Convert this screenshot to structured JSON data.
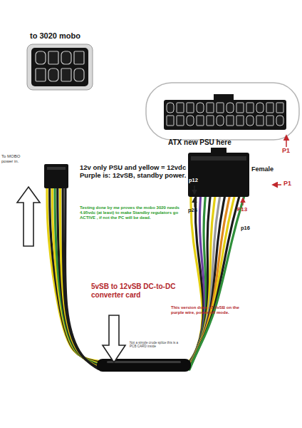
{
  "diagram": {
    "labels": [
      "to 3020 mobo",
      "P1",
      "To MOBO power in.",
      "12v only PSU and yellow = 12vdc Purple is: 12vSB, standby power.",
      "Testing done by me proves the mobo 3020 needs 4.95vdc (at least) to make Standby regulators go ACTIVE , if not the PC will be dead.",
      "ATX new PSU here",
      "Female",
      "P1",
      "p12",
      "p24",
      "P13",
      "p16",
      "5vSB to 12vSB DC-to-DC converter card",
      "This version does +7.2vSB on the purple wire, power off mode.",
      "Not a simple crude splice this is a PCB CARD inside"
    ]
  }
}
